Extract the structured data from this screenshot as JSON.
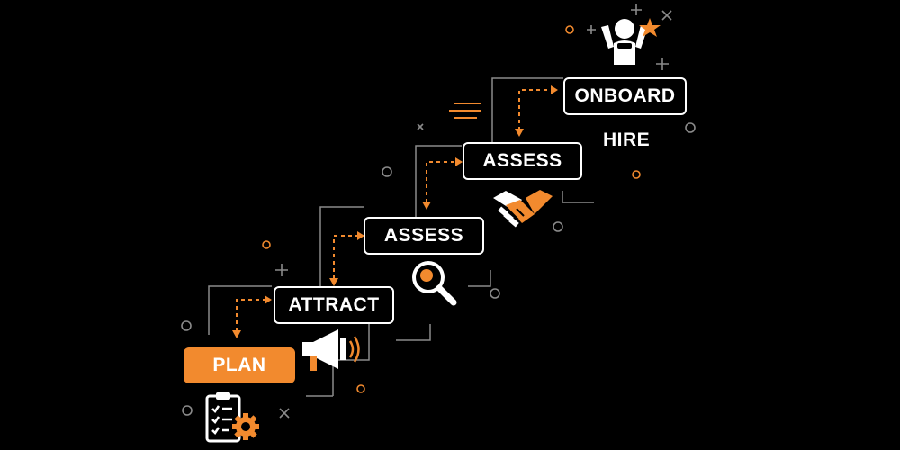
{
  "steps": [
    {
      "key": "plan",
      "label": "PLAN"
    },
    {
      "key": "attract",
      "label": "ATTRACT"
    },
    {
      "key": "assess1",
      "label": "ASSESS"
    },
    {
      "key": "assess2",
      "label": "ASSESS"
    },
    {
      "key": "onboard",
      "label": "ONBOARD"
    }
  ],
  "hire_label": "HIRE",
  "colors": {
    "background": "#000000",
    "accent": "#f28a2e",
    "line": "#ffffff",
    "muted": "#8a8a8a"
  },
  "icons": {
    "plan": "clipboard-gear-icon",
    "attract": "megaphone-icon",
    "assess1": "magnifier-icon",
    "assess2": "handshake-icon",
    "onboard": "person-star-icon"
  }
}
